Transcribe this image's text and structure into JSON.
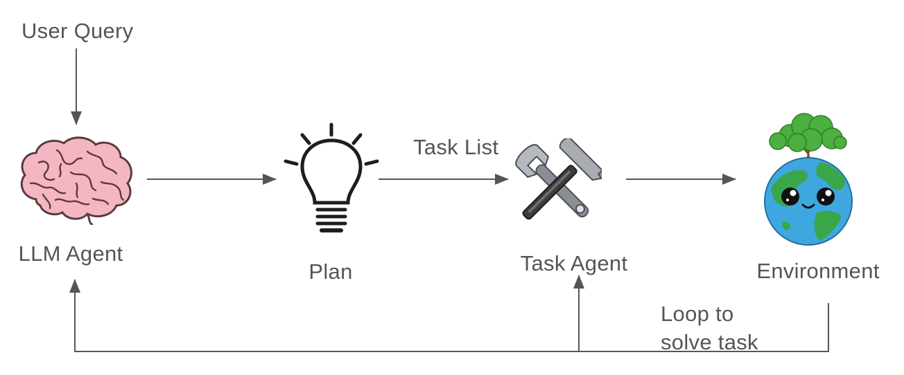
{
  "nodes": {
    "user_query": {
      "label": "User Query"
    },
    "llm_agent": {
      "label": "LLM Agent",
      "icon": "brain-icon"
    },
    "plan": {
      "label": "Plan",
      "icon": "lightbulb-icon"
    },
    "task_agent": {
      "label": "Task Agent",
      "icon": "hammer-wrench-icon"
    },
    "environment": {
      "label": "Environment",
      "icon": "earth-tree-icon"
    }
  },
  "edges": {
    "task_list": {
      "label": "Task List"
    },
    "loop": {
      "label": "Loop to\nsolve task"
    }
  },
  "colors": {
    "text": "#555555",
    "arrow": "#555555",
    "brain_fill": "#f4b6c2",
    "brain_stroke": "#5a3a3a",
    "tree_green": "#4caf3f",
    "earth_blue": "#3fa7e0",
    "earth_green": "#3aa64a"
  }
}
